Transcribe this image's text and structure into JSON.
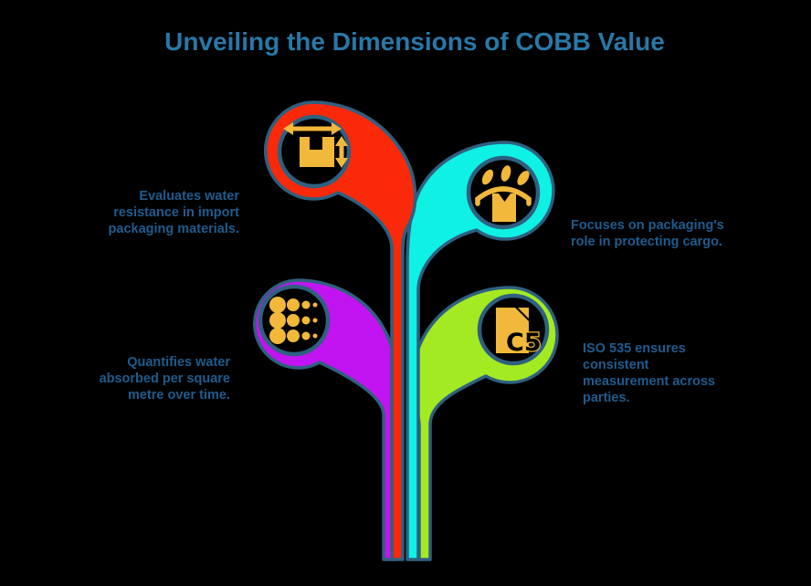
{
  "title": "Unveiling the Dimensions of COBB Value",
  "colors": {
    "background": "#000000",
    "outline": "#2E6080",
    "icon": "#F1B83B",
    "icon_bg": "#000000",
    "title_text": "#2878A8",
    "body_text": "#1E5C8E",
    "branch_red": "#F9290A",
    "branch_cyan": "#0FF1E5",
    "branch_purple": "#C214F0",
    "branch_green": "#A4EA22"
  },
  "branches": [
    {
      "name": "water-resistance",
      "color": "#F9290A",
      "icon": "package-dimensions-icon",
      "description": "Evaluates water\nresistance in import\npackaging materials."
    },
    {
      "name": "cargo-protection",
      "color": "#0FF1E5",
      "icon": "package-rain-protection-icon",
      "description": "Focuses on packaging's\nrole in protecting cargo."
    },
    {
      "name": "water-absorption",
      "color": "#C214F0",
      "icon": "dot-matrix-icon",
      "description": "Quantifies water\nabsorbed per square\nmetre over time."
    },
    {
      "name": "iso-standard",
      "color": "#A4EA22",
      "icon": "c5-document-icon",
      "icon_text": "C5",
      "description": "ISO 535 ensures\nconsistent\nmeasurement across\nparties."
    }
  ]
}
